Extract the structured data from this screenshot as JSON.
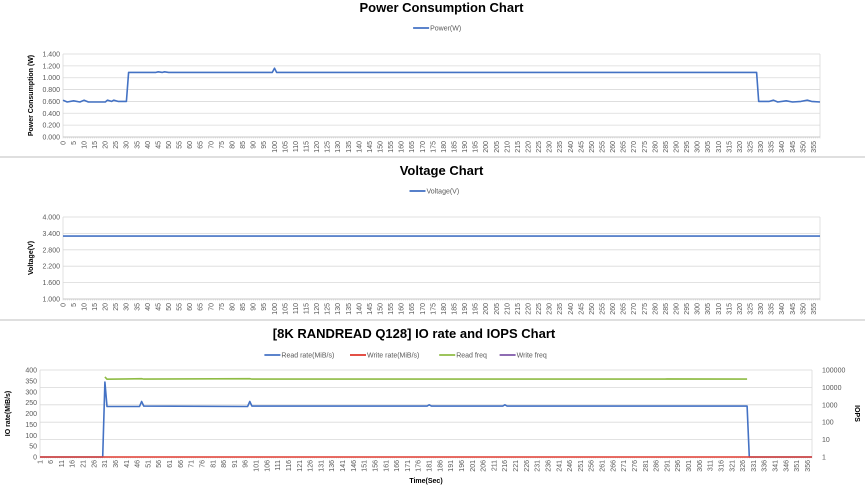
{
  "chart_data": [
    {
      "type": "line",
      "title": "Power Consumption Chart",
      "xlabel": "",
      "ylabel": "Power Consumption (W)",
      "xlim": [
        0,
        358
      ],
      "ylim": [
        0,
        1.4
      ],
      "yticks": [
        "0.000",
        "0.200",
        "0.400",
        "0.600",
        "0.800",
        "1.000",
        "1.200",
        "1.400"
      ],
      "xtick_start": 0,
      "xtick_step": 5,
      "xtick_end": 355,
      "grid": true,
      "legend_placement": "top",
      "series": [
        {
          "name": "Power(W)",
          "color": "#4472c4",
          "x": [
            0,
            2,
            5,
            8,
            10,
            12,
            20,
            21,
            23,
            24,
            26,
            30,
            31,
            44,
            45,
            47,
            48,
            50,
            99,
            100,
            101,
            328,
            329,
            334,
            336,
            338,
            342,
            345,
            349,
            352,
            354,
            358
          ],
          "y": [
            0.62,
            0.59,
            0.61,
            0.59,
            0.62,
            0.59,
            0.59,
            0.62,
            0.6,
            0.62,
            0.6,
            0.6,
            1.09,
            1.09,
            1.1,
            1.09,
            1.1,
            1.09,
            1.09,
            1.16,
            1.09,
            1.09,
            0.6,
            0.6,
            0.62,
            0.59,
            0.61,
            0.59,
            0.6,
            0.62,
            0.6,
            0.59
          ]
        }
      ]
    },
    {
      "type": "line",
      "title": "Voltage Chart",
      "xlabel": "",
      "ylabel": "Voltage(V)",
      "xlim": [
        0,
        358
      ],
      "ylim": [
        1.0,
        4.0
      ],
      "yticks": [
        "1.000",
        "1.600",
        "2.200",
        "2.800",
        "3.400",
        "4.000"
      ],
      "xtick_start": 0,
      "xtick_step": 5,
      "xtick_end": 355,
      "grid": true,
      "legend_placement": "top",
      "series": [
        {
          "name": "Voltage(V)",
          "color": "#4472c4",
          "x": [
            0,
            358
          ],
          "y": [
            3.3,
            3.3
          ]
        }
      ]
    },
    {
      "type": "line",
      "title": "[8K RANDREAD Q128] IO rate and IOPS Chart",
      "xlabel": "Time(Sec)",
      "ylabel": "IO rate(MiB/s)",
      "y2label": "IOPS",
      "y2scale": "log",
      "xlim": [
        1,
        358
      ],
      "ylim": [
        0,
        400
      ],
      "y2lim": [
        1,
        100000
      ],
      "yticks": [
        "0",
        "50",
        "100",
        "150",
        "200",
        "250",
        "300",
        "350",
        "400"
      ],
      "y2ticks": [
        "1",
        "10",
        "100",
        "1000",
        "10000",
        "100000"
      ],
      "xtick_start": 1,
      "xtick_step": 5,
      "xtick_end": 356,
      "grid": true,
      "legend_placement": "top",
      "series": [
        {
          "name": "Read rate(MiB/s)",
          "color": "#4472c4",
          "axis": "left",
          "x": [
            1,
            30,
            31,
            32,
            47,
            48,
            49,
            97,
            98,
            99,
            180,
            181,
            182,
            215,
            216,
            217,
            328,
            329,
            358
          ],
          "y": [
            0,
            0,
            345,
            232,
            232,
            255,
            234,
            232,
            255,
            234,
            234,
            240,
            234,
            234,
            240,
            234,
            234,
            0,
            0
          ]
        },
        {
          "name": "Write rate(MiB/s)",
          "color": "#e03c31",
          "axis": "left",
          "x": [
            1,
            358
          ],
          "y": [
            0,
            0
          ]
        },
        {
          "name": "Read freq",
          "color": "#8fbc45",
          "axis": "right",
          "x": [
            31,
            32,
            48,
            49,
            98,
            99,
            290,
            291,
            328
          ],
          "y": [
            40000,
            29500,
            31500,
            29800,
            31500,
            29800,
            29800,
            31000,
            29800
          ]
        },
        {
          "name": "Write freq",
          "color": "#7e57a8",
          "axis": "right",
          "x": [],
          "y": []
        }
      ]
    }
  ]
}
